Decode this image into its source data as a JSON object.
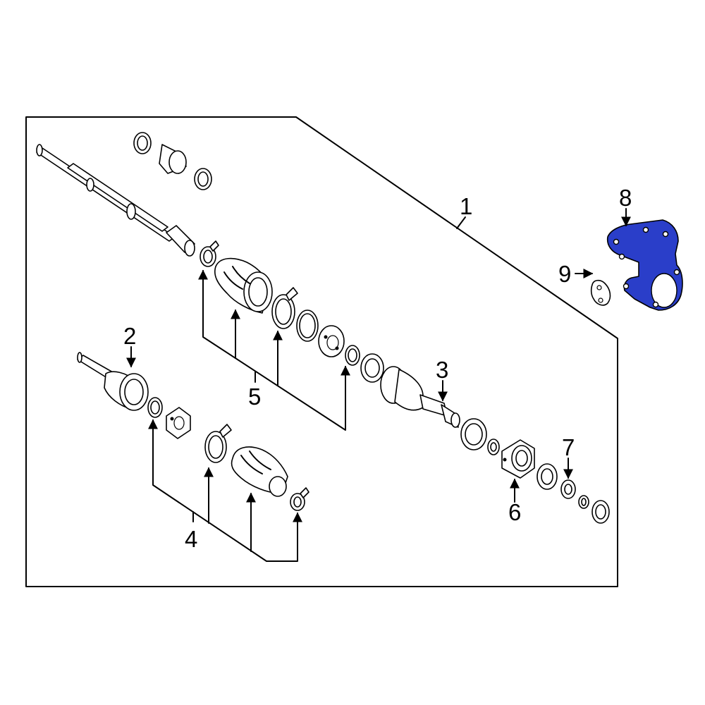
{
  "diagram": {
    "highlight_color": "#2a3ec9",
    "callouts": [
      {
        "id": "1",
        "text": "1"
      },
      {
        "id": "2",
        "text": "2"
      },
      {
        "id": "3",
        "text": "3"
      },
      {
        "id": "4",
        "text": "4"
      },
      {
        "id": "5",
        "text": "5"
      },
      {
        "id": "6",
        "text": "6"
      },
      {
        "id": "7",
        "text": "7"
      },
      {
        "id": "8",
        "text": "8"
      },
      {
        "id": "9",
        "text": "9"
      }
    ]
  }
}
